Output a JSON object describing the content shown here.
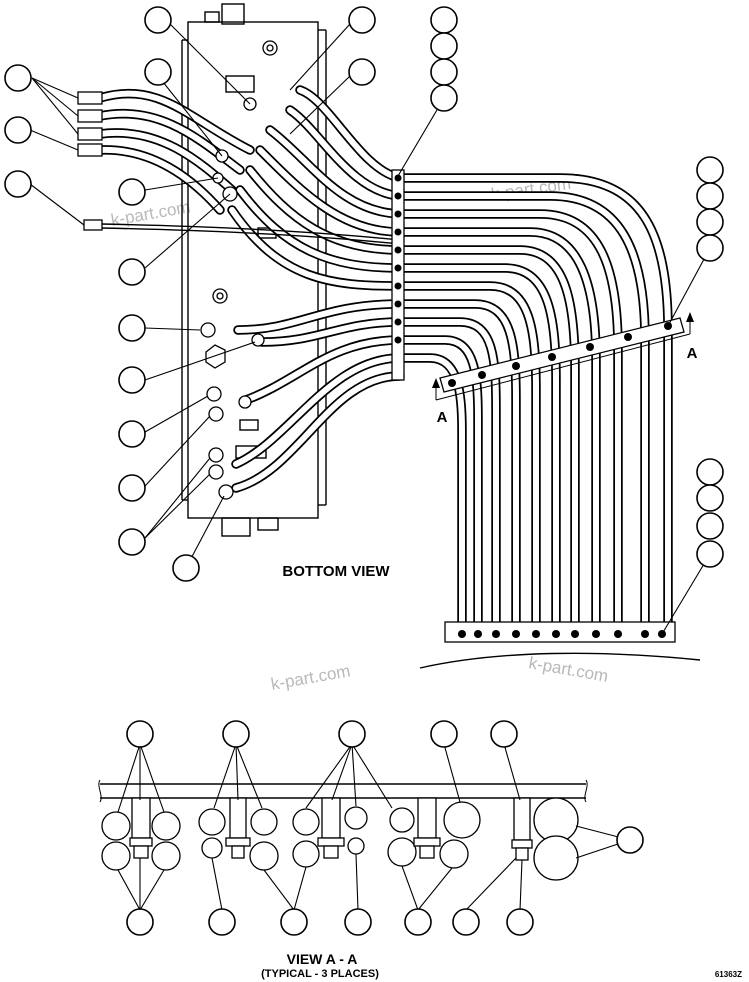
{
  "labels": {
    "bottom_view": "BOTTOM VIEW",
    "view_title": "VIEW A - A",
    "view_sub": "(TYPICAL - 3 PLACES)",
    "section_a_right": "A",
    "section_a_left": "A",
    "drawing_no": "61363Z"
  },
  "watermarks": [
    "k-part.com",
    "k-part.com",
    "k-part.com"
  ]
}
